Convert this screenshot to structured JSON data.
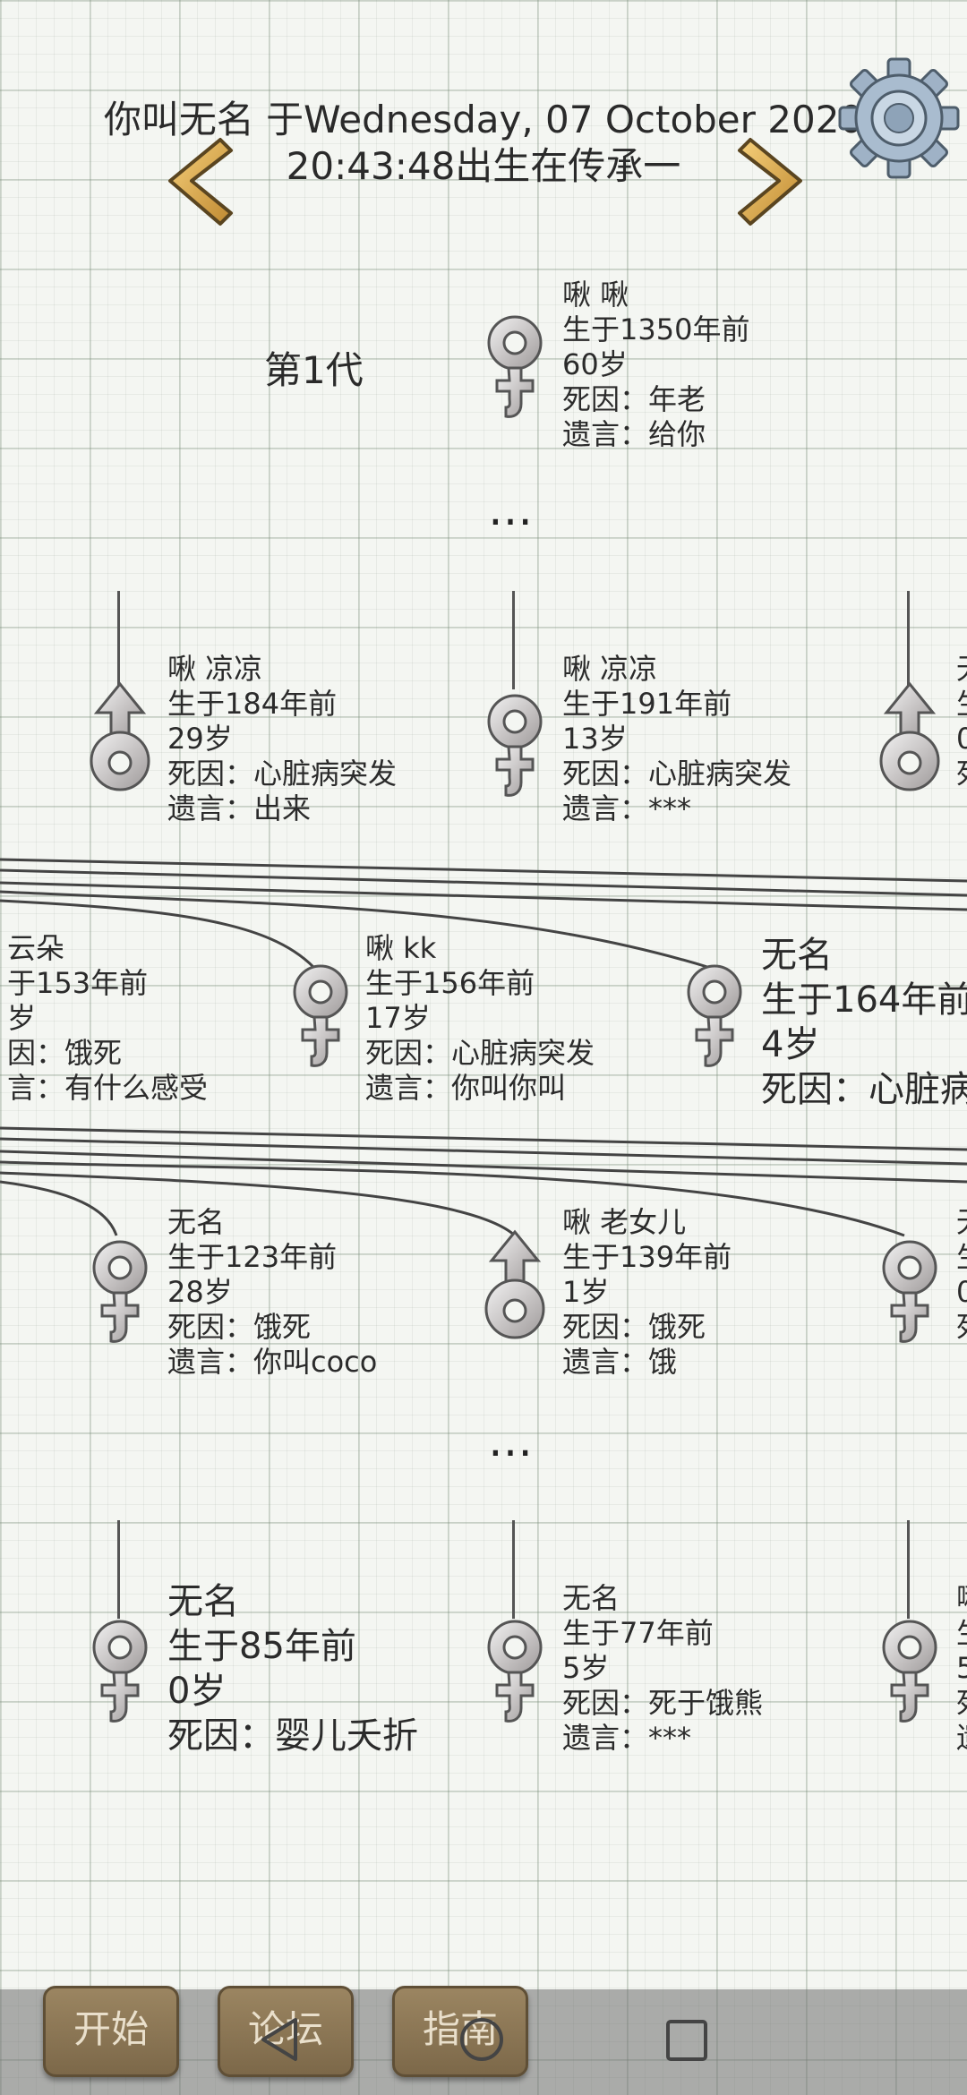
{
  "header": {
    "title_line1": "你叫无名 于Wednesday, 07 October 2020",
    "title_line2": "20:43:48出生在传承一"
  },
  "generation_label": "第1代",
  "ellipsis": "…",
  "founder": {
    "name": "啾 啾",
    "born": "生于1350年前",
    "age": "60岁",
    "death": "死因：年老",
    "will": "遗言：给你"
  },
  "row1": [
    {
      "name": "啾 凉凉",
      "born": "生于184年前",
      "age": "29岁",
      "death": "死因：心脏病突发",
      "will": "遗言：出来"
    },
    {
      "name": "啾 凉凉",
      "born": "生于191年前",
      "age": "13岁",
      "death": "死因：心脏病突发",
      "will": "遗言：***"
    },
    {
      "name": "无",
      "born": "生",
      "age": "0",
      "death": "死",
      "will": ""
    }
  ],
  "row2": [
    {
      "name": "云朵",
      "born": "于153年前",
      "age": "岁",
      "death": "因：饿死",
      "will": "言：有什么感受"
    },
    {
      "name": "啾 kk",
      "born": "生于156年前",
      "age": "17岁",
      "death": "死因：心脏病突发",
      "will": "遗言：你叫你叫"
    },
    {
      "name": "无名",
      "born": "生于164年前",
      "age": "4岁",
      "death": "死因：心脏病",
      "will": ""
    }
  ],
  "row3": [
    {
      "name": "无名",
      "born": "生于123年前",
      "age": "28岁",
      "death": "死因：饿死",
      "will": "遗言：你叫coco"
    },
    {
      "name": "啾 老女儿",
      "born": "生于139年前",
      "age": "1岁",
      "death": "死因：饿死",
      "will": "遗言：饿"
    },
    {
      "name": "无",
      "born": "生",
      "age": "0",
      "death": "死",
      "will": ""
    }
  ],
  "row4": [
    {
      "name": "无名",
      "born": "生于85年前",
      "age": "0岁",
      "death": "死因：婴儿夭折",
      "will": ""
    },
    {
      "name": "无名",
      "born": "生于77年前",
      "age": "5岁",
      "death": "死因：死于饿熊",
      "will": "遗言：***"
    },
    {
      "name": "啾",
      "born": "生",
      "age": "5",
      "death": "死",
      "will": "遗"
    }
  ],
  "buttons": {
    "start": "开始",
    "forum": "论坛",
    "guide": "指南"
  },
  "colors": {
    "button": "#8a7453",
    "arrow": "#d9a84e",
    "gear": "#8fa6c0"
  }
}
